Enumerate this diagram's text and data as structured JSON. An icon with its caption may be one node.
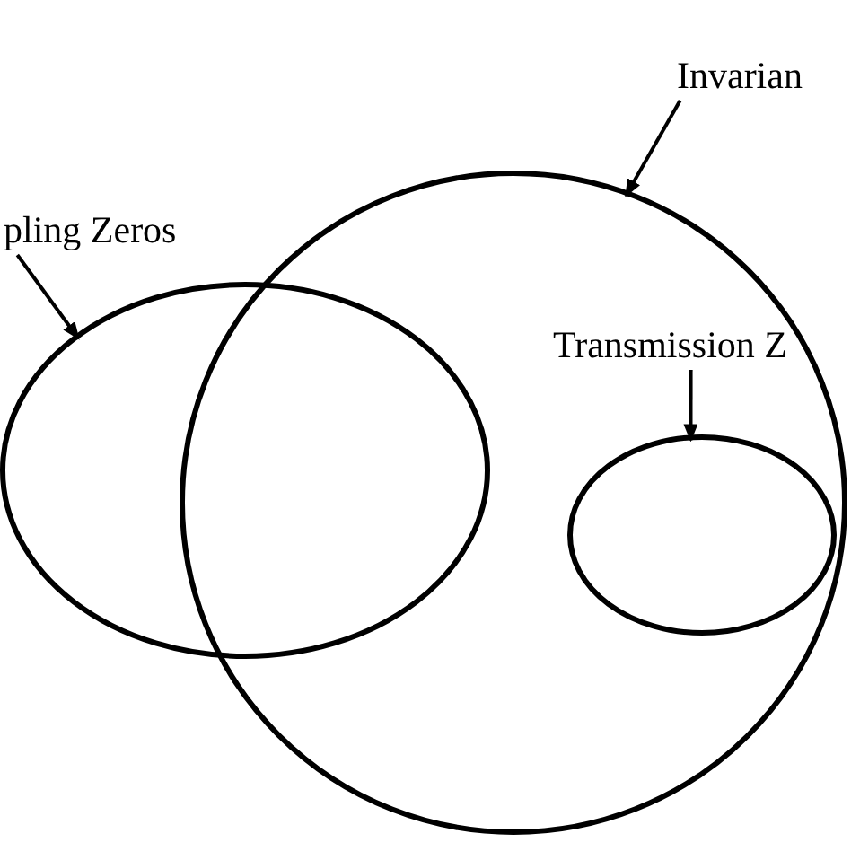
{
  "diagram": {
    "nodes": [
      {
        "text": [
          "Invarian"
        ]
      },
      {
        "text": [
          "pling Zeros"
        ]
      },
      {
        "text": [],
        "shape": "ellipse"
      },
      {
        "text": [],
        "shape": "ellipse"
      },
      {
        "text": [
          "Transmission Z"
        ],
        "in": 3
      },
      {
        "text": [],
        "shape": "ellipse",
        "in": 3
      }
    ],
    "edges": [
      {
        "from": 0,
        "to": 3,
        "arrow": "to"
      },
      {
        "from": 1,
        "to": 2,
        "arrow": "to"
      },
      {
        "from": 4,
        "to": 5,
        "arrow": "to"
      }
    ]
  }
}
